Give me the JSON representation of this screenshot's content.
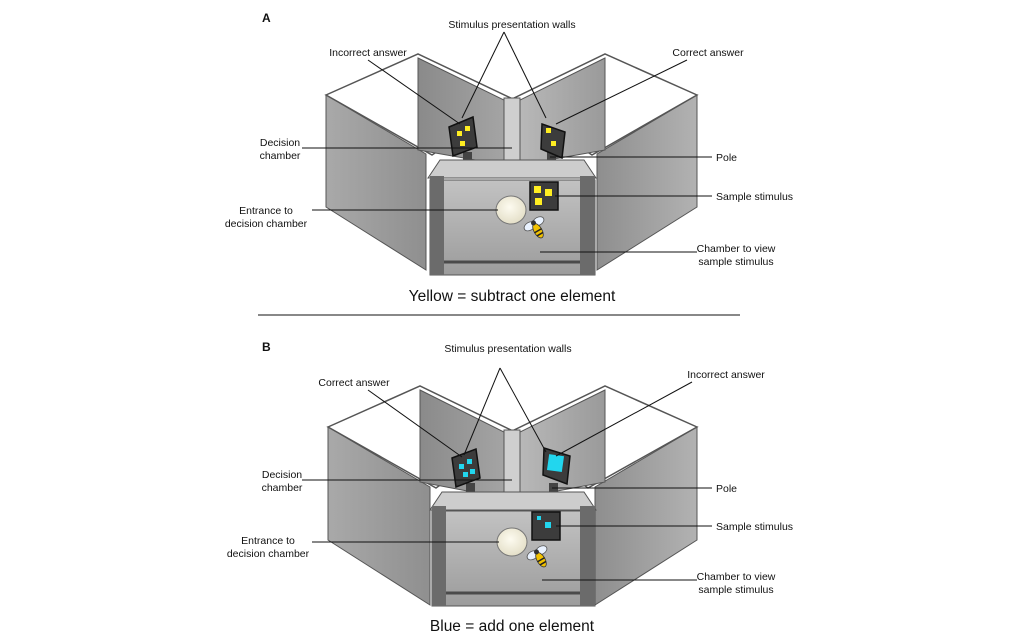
{
  "panels": [
    {
      "letter": "A",
      "labels": {
        "stimulus_walls": "Stimulus presentation walls",
        "left_answer": "Incorrect answer",
        "right_answer": "Correct answer",
        "decision_chamber": [
          "Decision",
          "chamber"
        ],
        "pole": "Pole",
        "sample_stimulus": "Sample stimulus",
        "entrance": [
          "Entrance to",
          "decision chamber"
        ],
        "view_chamber": [
          "Chamber to view",
          "sample stimulus"
        ]
      },
      "caption": "Yellow = subtract one element",
      "stimulus_color": "#ffee22"
    },
    {
      "letter": "B",
      "labels": {
        "stimulus_walls": "Stimulus presentation walls",
        "left_answer": "Correct answer",
        "right_answer": "Incorrect answer",
        "decision_chamber": [
          "Decision",
          "chamber"
        ],
        "pole": "Pole",
        "sample_stimulus": "Sample stimulus",
        "entrance": [
          "Entrance to",
          "decision chamber"
        ],
        "view_chamber": [
          "Chamber to view",
          "sample stimulus"
        ]
      },
      "caption": "Blue = add one element",
      "stimulus_color": "#22d6ee"
    }
  ]
}
